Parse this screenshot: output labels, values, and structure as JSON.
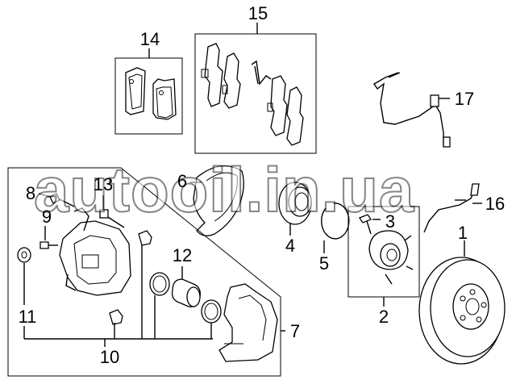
{
  "watermark": "autooil.in.ua",
  "callouts": [
    {
      "id": "1",
      "label": "1"
    },
    {
      "id": "2",
      "label": "2"
    },
    {
      "id": "3",
      "label": "3"
    },
    {
      "id": "4",
      "label": "4"
    },
    {
      "id": "5",
      "label": "5"
    },
    {
      "id": "6",
      "label": "6"
    },
    {
      "id": "7",
      "label": "7"
    },
    {
      "id": "8",
      "label": "8"
    },
    {
      "id": "9",
      "label": "9"
    },
    {
      "id": "10",
      "label": "10"
    },
    {
      "id": "11",
      "label": "11"
    },
    {
      "id": "12",
      "label": "12"
    },
    {
      "id": "13",
      "label": "13"
    },
    {
      "id": "14",
      "label": "14"
    },
    {
      "id": "15",
      "label": "15"
    },
    {
      "id": "16",
      "label": "16"
    },
    {
      "id": "17",
      "label": "17"
    }
  ]
}
